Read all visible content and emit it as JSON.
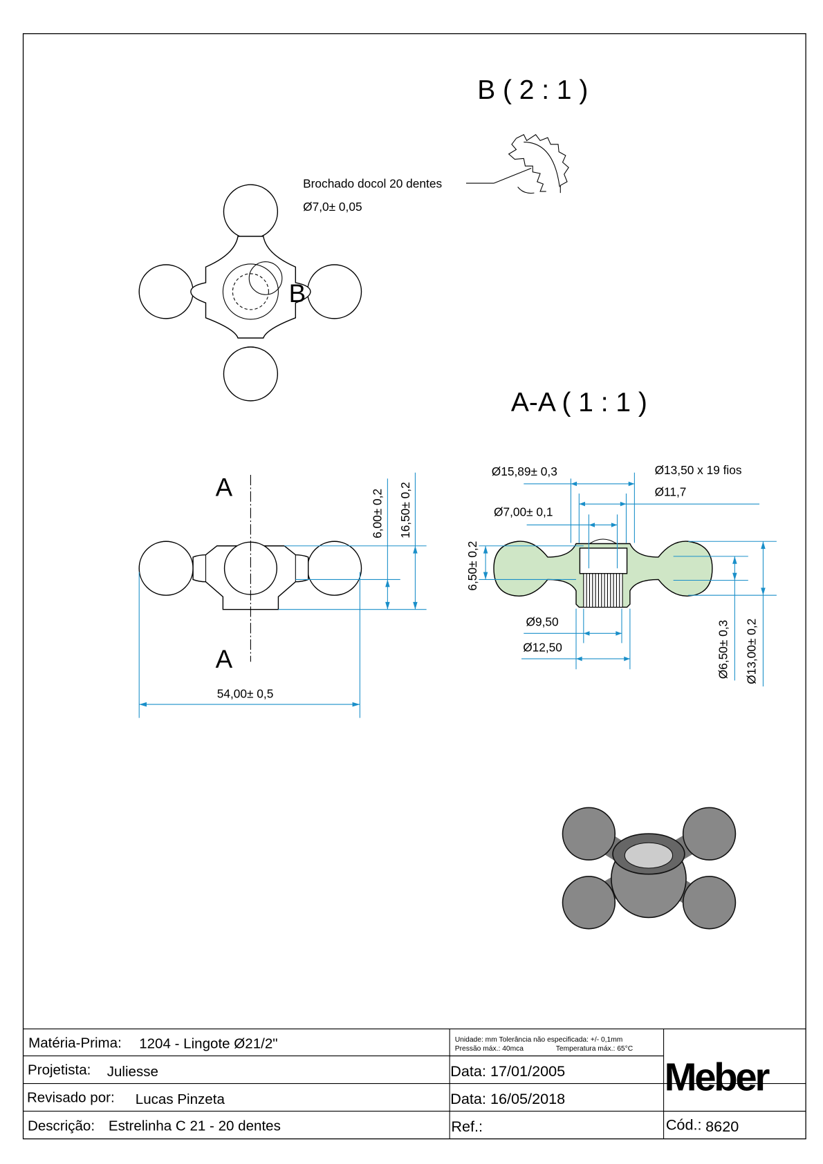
{
  "views": {
    "detail_title": "B ( 2 : 1 )",
    "section_title": "A-A ( 1 : 1 )",
    "detail_label": "B",
    "section_label_top": "A",
    "section_label_bottom": "A"
  },
  "notes": {
    "spline_note": "Brochado docol 20 dentes",
    "spline_diameter": "Ø7,0± 0,05"
  },
  "dimensions": {
    "width": "54,00± 0,5",
    "height_6": "6,00± 0,2",
    "height_16": "16,50± 0,2",
    "d15_89": "Ø15,89± 0,3",
    "d13_50": "Ø13,50 x 19 fios",
    "d11_7": "Ø11,7",
    "d7_00": "Ø7,00± 0,1",
    "h6_50_left": "6,50± 0,2",
    "d9_50": "Ø9,50",
    "d12_50": "Ø12,50",
    "d6_50": "Ø6,50± 0,3",
    "d13_00": "Ø13,00± 0,2"
  },
  "title_block": {
    "materia_label": "Matéria-Prima:",
    "materia_value": "1204 - Lingote Ø21/2\"",
    "projetista_label": "Projetista:",
    "projetista_value": "Juliesse",
    "revisado_label": "Revisado por:",
    "revisado_value": "Lucas Pinzeta",
    "descricao_label": "Descrição:",
    "descricao_value": "Estrelinha C 21 - 20 dentes",
    "unit_note_1": "Unidade: mm Tolerância não especificada: +/- 0,1mm",
    "unit_note_2a": "Pressão máx.: 40mca",
    "unit_note_2b": "Temperatura máx.: 65°C",
    "data_1": "Data: 17/01/2005",
    "data_2": "Data: 16/05/2018",
    "ref_label": "Ref.:",
    "cod_label": "Cód.:",
    "cod_value": "8620",
    "logo": "Meber"
  },
  "colors": {
    "dimension": "#1a8fc9",
    "section_fill": "#cfe6c6"
  }
}
